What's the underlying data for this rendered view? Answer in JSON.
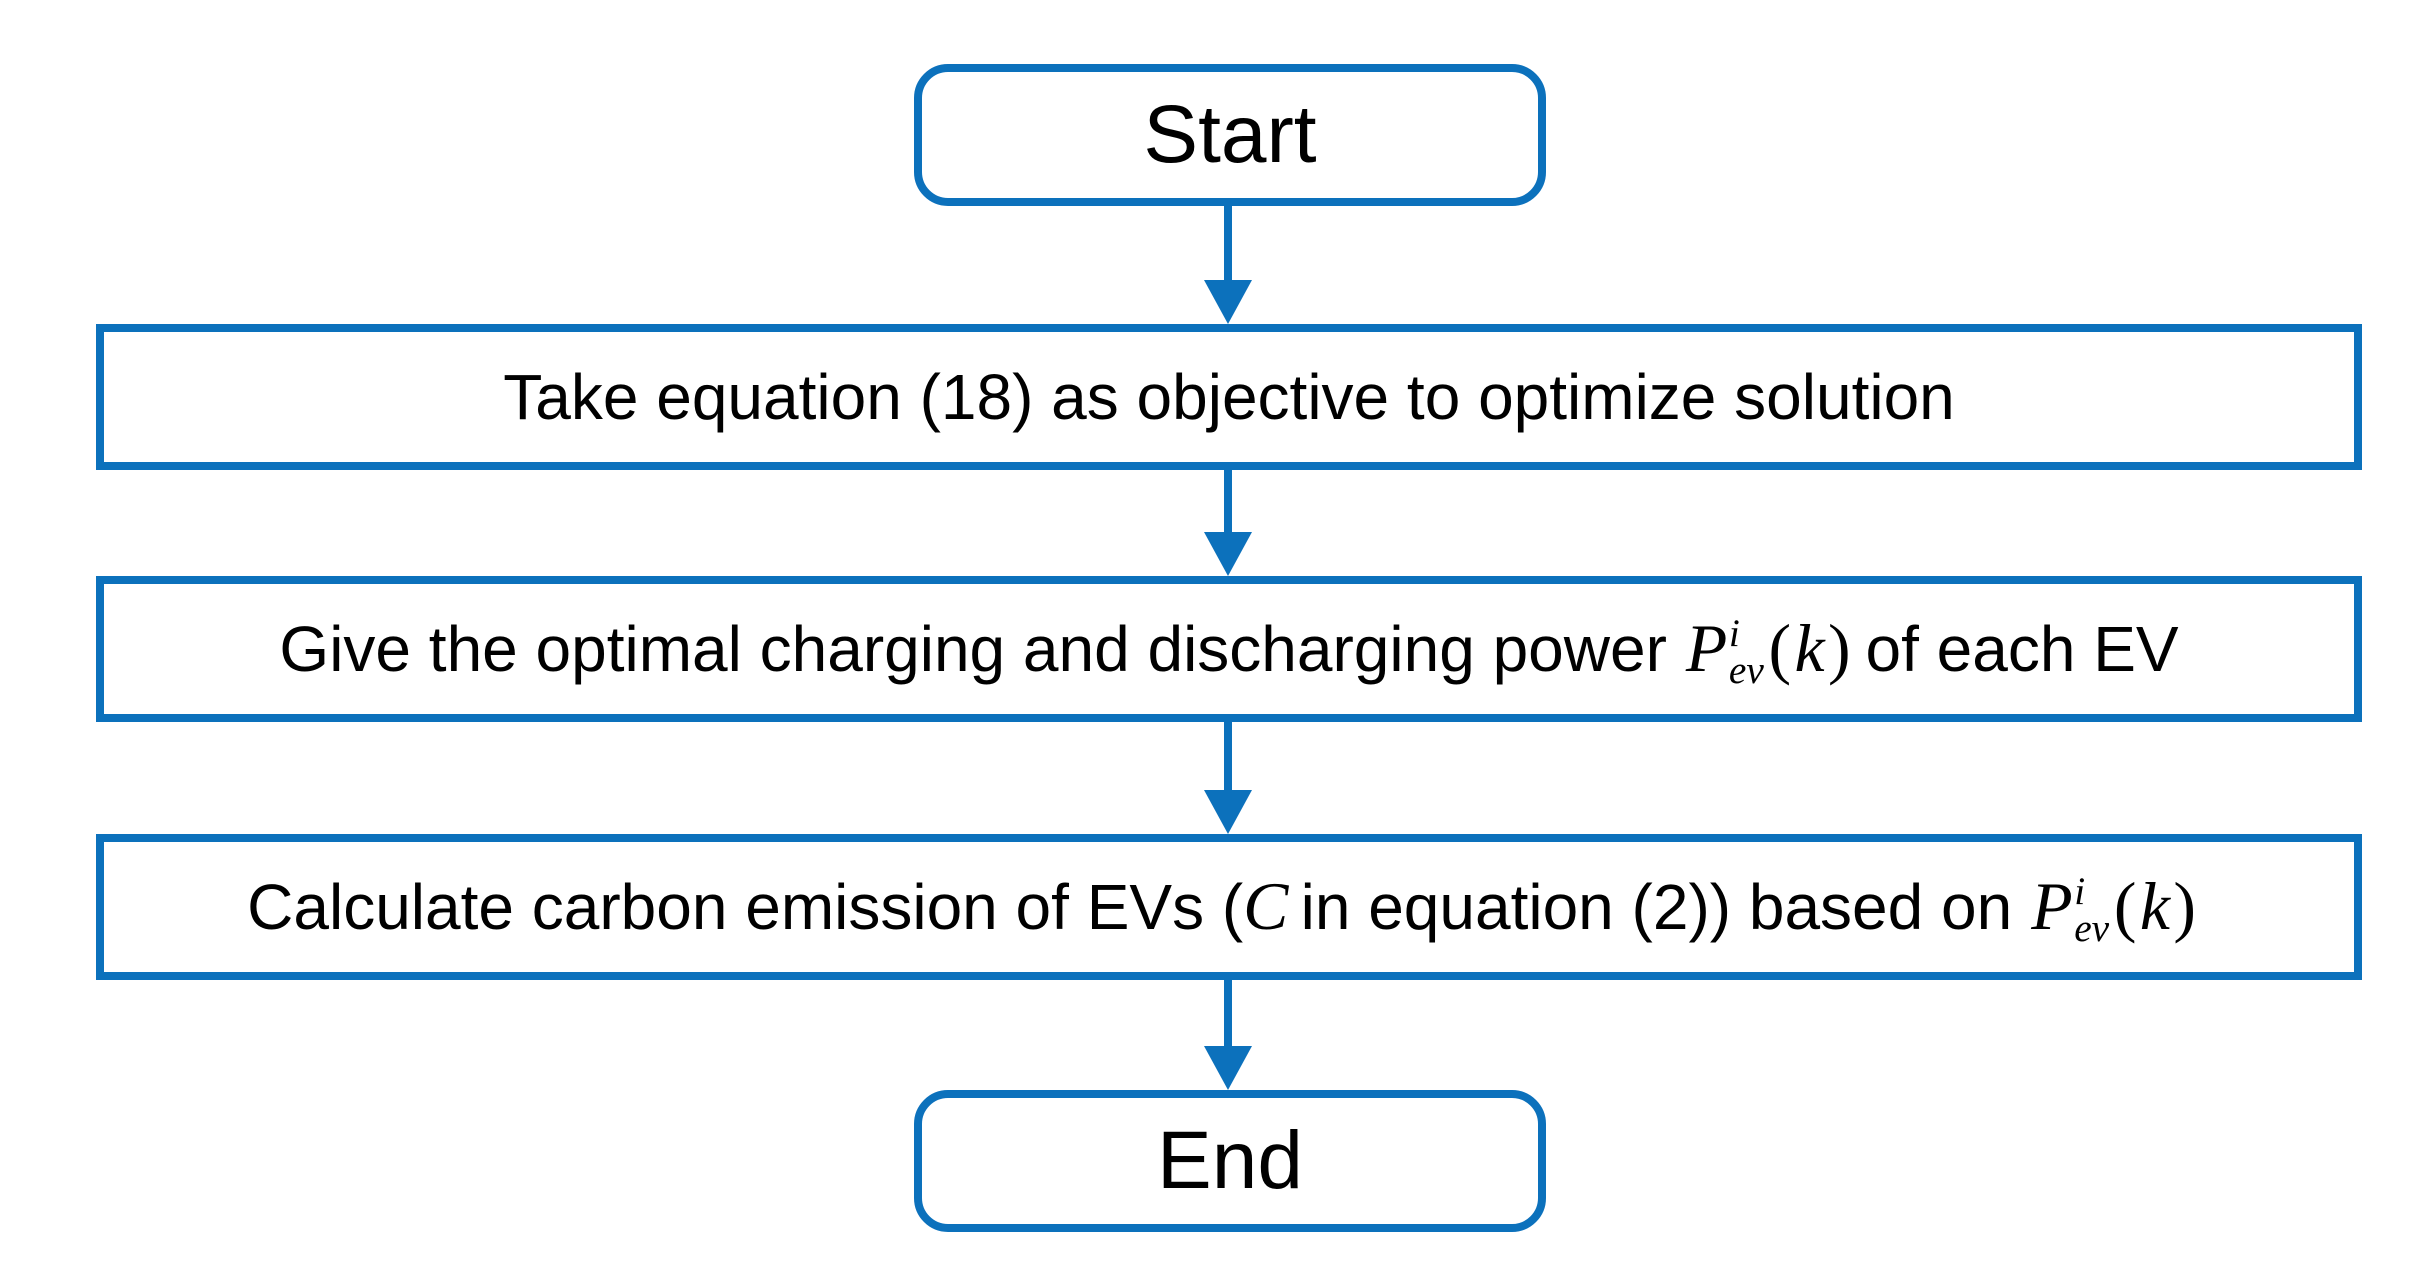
{
  "colors": {
    "accent": "#0c71bc",
    "text": "#000000",
    "background": "#ffffff"
  },
  "flowchart": {
    "start": {
      "label": "Start"
    },
    "step1": {
      "text": "Take equation (18) as objective to optimize solution"
    },
    "step2": {
      "before": "Give the optimal charging and discharging power",
      "after": "of each EV",
      "math": {
        "base": "P",
        "sup": "i",
        "sub": "ev",
        "open": "(",
        "arg": "k",
        "close": ")"
      }
    },
    "step3": {
      "before": "Calculate carbon emission of EVs (",
      "var": "C",
      "mid": "in equation (2)) based on",
      "math": {
        "base": "P",
        "sup": "i",
        "sub": "ev",
        "open": "(",
        "arg": "k",
        "close": ")"
      }
    },
    "end": {
      "label": "End"
    }
  }
}
